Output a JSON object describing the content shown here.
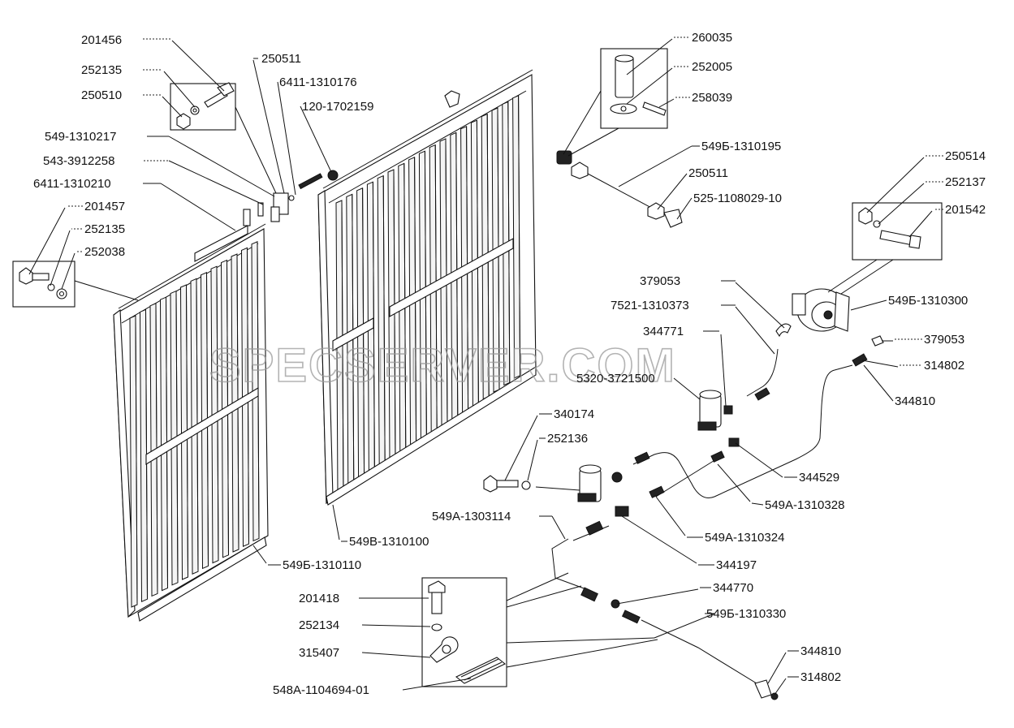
{
  "watermark": "SPECSERVER.COM",
  "labels": {
    "l201456": "201456",
    "l252135a": "252135",
    "l250510": "250510",
    "l250511a": "250511",
    "l6411_1310176": "6411-1310176",
    "l120_1702159": "120-1702159",
    "l549_1310217": "549-1310217",
    "l543_3912258": "543-3912258",
    "l6411_1310210": "6411-1310210",
    "l201457": "201457",
    "l252135b": "252135",
    "l252038": "252038",
    "l260035": "260035",
    "l252005": "252005",
    "l258039": "258039",
    "l549B_1310195": "549Б-1310195",
    "l250511b": "250511",
    "l525_1108029_10": "525-1108029-10",
    "l250514": "250514",
    "l252137": "252137",
    "l201542": "201542",
    "l379053a": "379053",
    "l7521_1310373": "7521-1310373",
    "l549B_1310300": "549Б-1310300",
    "l344771": "344771",
    "l379053b": "379053",
    "l5320_3721500": "5320-3721500",
    "l314802a": "314802",
    "l344810a": "344810",
    "l340174": "340174",
    "l252136": "252136",
    "l344529": "344529",
    "l549A_1310328": "549А-1310328",
    "l549A_1303114": "549А-1303114",
    "l549V_1310100": "549В-1310100",
    "l549A_1310324": "549А-1310324",
    "l344197": "344197",
    "l549B_1310110": "549Б-1310110",
    "l344770": "344770",
    "l201418": "201418",
    "l549B_1310330": "549Б-1310330",
    "l252134": "252134",
    "l315407": "315407",
    "l344810b": "344810",
    "l314802b": "314802",
    "l548A_1104694_01": "548А-1104694-01"
  }
}
